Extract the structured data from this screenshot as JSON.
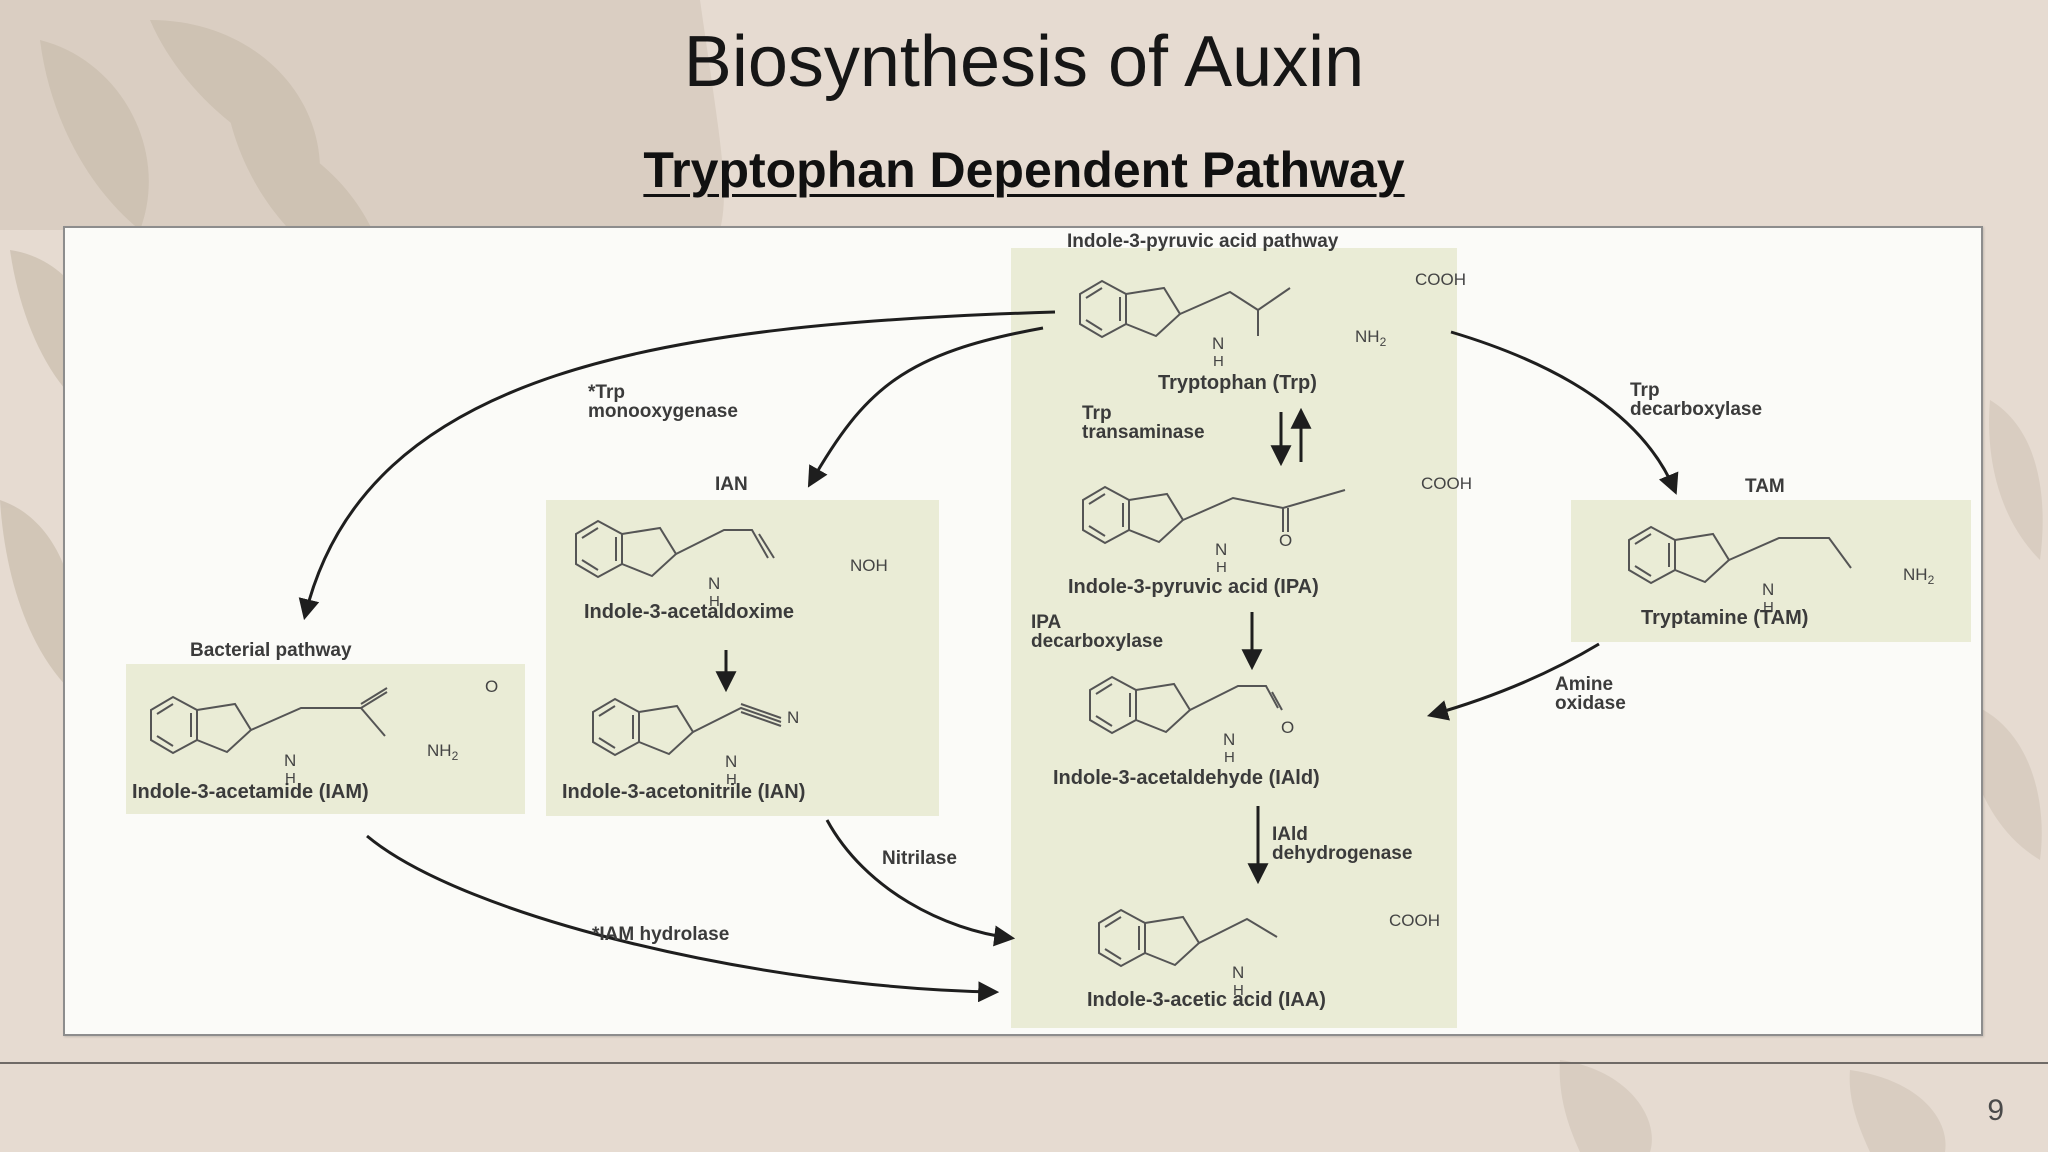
{
  "slide": {
    "title": "Biosynthesis of Auxin",
    "subtitle": "Tryptophan Dependent Pathway",
    "page_number": "9"
  },
  "diagram": {
    "pathway_label": "Indole-3-pyruvic acid pathway",
    "bacterial_label": "Bacterial pathway",
    "compounds": {
      "trp": "Tryptophan (Trp)",
      "ipa": "Indole-3-pyruvic acid (IPA)",
      "iald": "Indole-3-acetaldehyde (IAld)",
      "iaa": "Indole-3-acetic acid (IAA)",
      "tam": "Tryptamine (TAM)",
      "tam_head": "TAM",
      "ian_head": "IAN",
      "acetaldoxime": "Indole-3-acetaldoxime",
      "acetonitrile": "Indole-3-acetonitrile (IAN)",
      "iam": "Indole-3-acetamide (IAM)"
    },
    "enzymes": {
      "trp_monooxygenase_1": "*Trp",
      "trp_monooxygenase_2": "monooxygenase",
      "trp_transaminase_1": "Trp",
      "trp_transaminase_2": "transaminase",
      "trp_decarboxylase_1": "Trp",
      "trp_decarboxylase_2": "decarboxylase",
      "ipa_decarboxylase_1": "IPA",
      "ipa_decarboxylase_2": "decarboxylase",
      "amine_oxidase_1": "Amine",
      "amine_oxidase_2": "oxidase",
      "iald_dehydrogenase_1": "IAld",
      "iald_dehydrogenase_2": "dehydrogenase",
      "nitrilase": "Nitrilase",
      "iam_hydrolase": "*IAM hydrolase"
    },
    "atoms": {
      "nh": "N",
      "h": "H",
      "cooh": "COOH",
      "nh2": "NH",
      "nh2_sub": "2",
      "o": "O",
      "noh": "NOH",
      "n": "N"
    }
  }
}
